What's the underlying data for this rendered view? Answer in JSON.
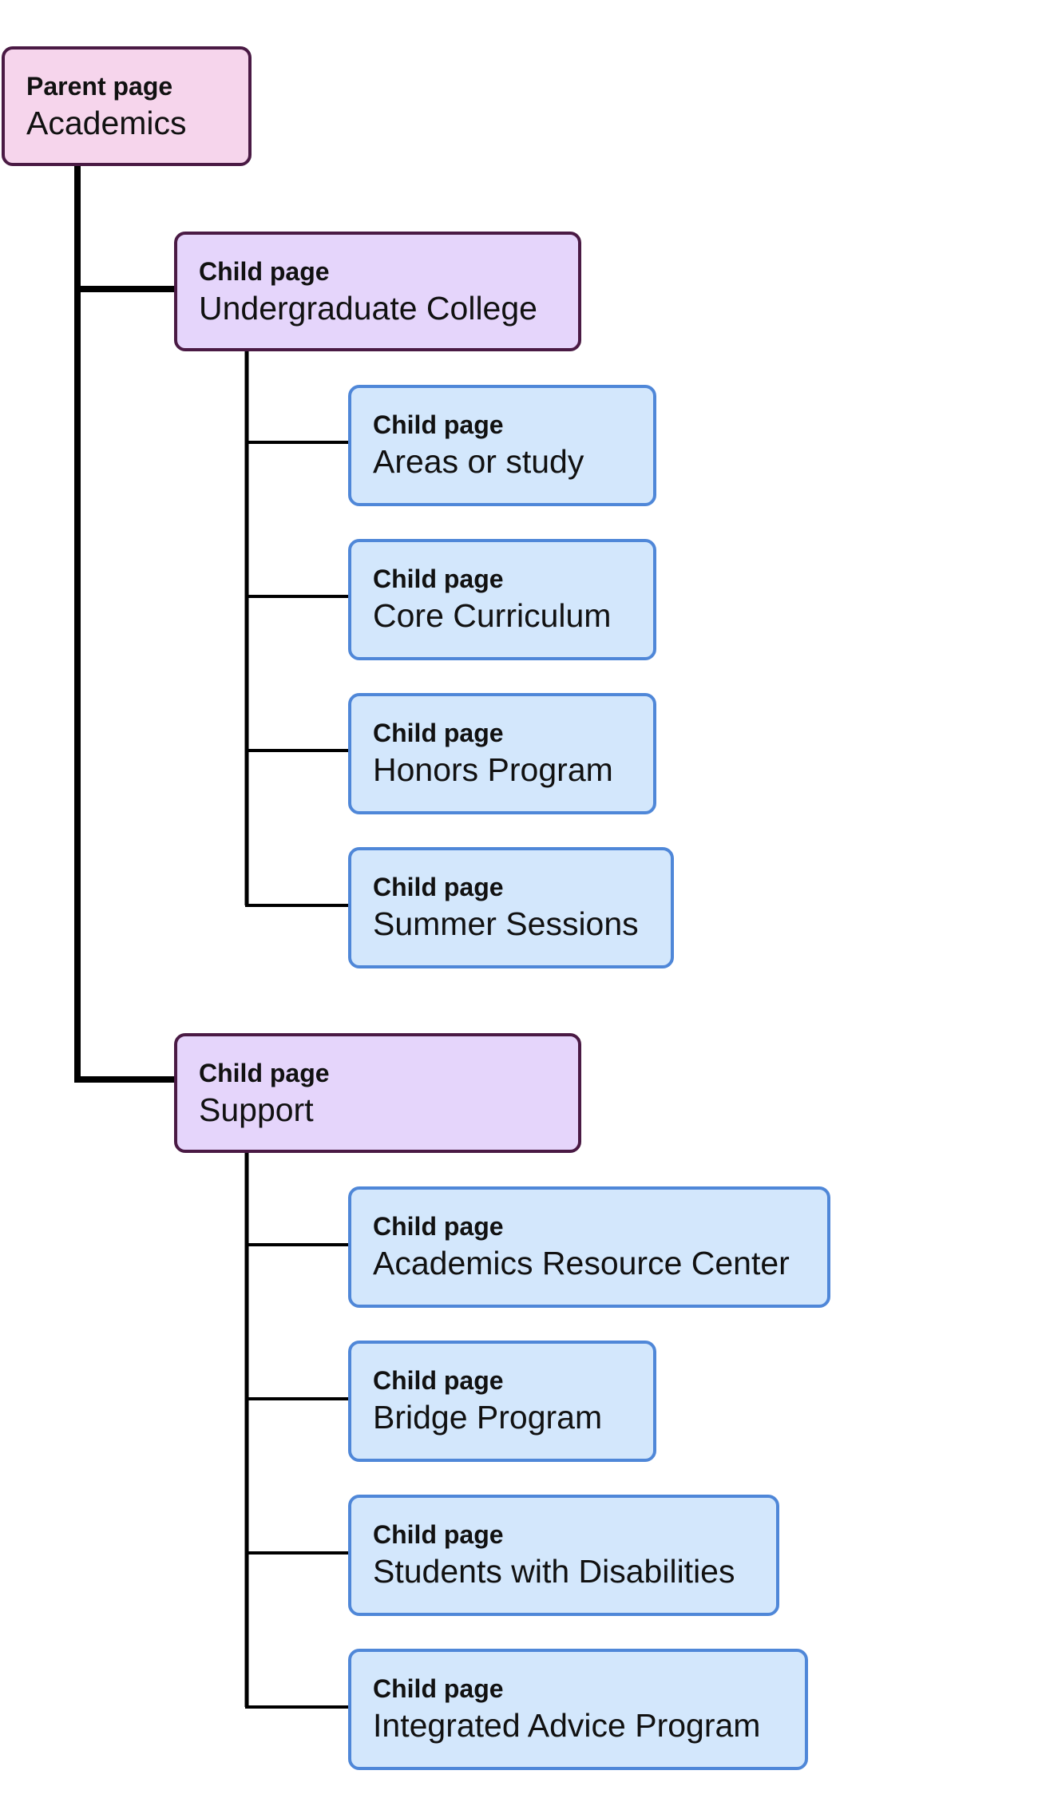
{
  "root": {
    "kind_label": "Parent page",
    "title": "Academics",
    "children": [
      {
        "kind_label": "Child page",
        "title": "Undergraduate College",
        "children": [
          {
            "kind_label": "Child page",
            "title": "Areas or study"
          },
          {
            "kind_label": "Child page",
            "title": "Core Curriculum"
          },
          {
            "kind_label": "Child page",
            "title": "Honors Program"
          },
          {
            "kind_label": "Child page",
            "title": "Summer Sessions"
          }
        ]
      },
      {
        "kind_label": "Child page",
        "title": "Support",
        "children": [
          {
            "kind_label": "Child page",
            "title": "Academics Resource Center"
          },
          {
            "kind_label": "Child page",
            "title": "Bridge Program"
          },
          {
            "kind_label": "Child page",
            "title": "Students with Disabilities"
          },
          {
            "kind_label": "Child page",
            "title": "Integrated Advice Program"
          }
        ]
      }
    ]
  },
  "colors": {
    "parent_fill": "#f6d5ec",
    "section_fill": "#e5d5fb",
    "leaf_fill": "#d3e7fc",
    "parent_border": "#4a1a44",
    "leaf_border": "#4f87d8",
    "connector": "#000000"
  }
}
